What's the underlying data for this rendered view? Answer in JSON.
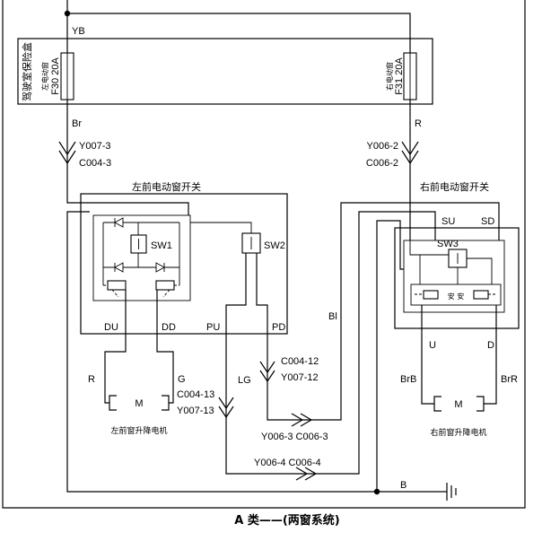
{
  "fuse_box": {
    "title": "驾驶室保险盒",
    "supply_wire": "YB",
    "left_fuse": {
      "circuit": "左电动窗",
      "rating": "F30 20A"
    },
    "right_fuse": {
      "circuit": "右电动窗",
      "rating": "F31 20A"
    }
  },
  "left_switch": {
    "title": "左前电动窗开关",
    "supply_wire": "Br",
    "supply_connector": [
      "Y007-3",
      "C004-3"
    ],
    "switches": [
      "SW1",
      "SW2"
    ],
    "terminals": [
      "DU",
      "DD",
      "PU",
      "PD"
    ]
  },
  "left_motor": {
    "title": "左前窗升降电机",
    "symbol": "M",
    "wires": [
      "R",
      "G"
    ]
  },
  "link_wiring": {
    "pu_wire": "LG",
    "pu_connector": [
      "C004-13",
      "Y007-13"
    ],
    "pd_connector": [
      "C004-12",
      "Y007-12"
    ],
    "pd_to_right_connector": "Y006-3 C006-3",
    "pu_to_right_connector": "Y006-4 C006-4",
    "pd_to_right_wire": "Bl"
  },
  "right_switch": {
    "title": "右前电动窗开关",
    "supply_wire": "R",
    "supply_connector": [
      "Y006-2",
      "C006-2"
    ],
    "switch": "SW3",
    "inputs": [
      "SU",
      "SD"
    ],
    "contact_marks": "安 安",
    "outputs": [
      "U",
      "D"
    ]
  },
  "right_motor": {
    "title": "右前窗升降电机",
    "symbol": "M",
    "wires": [
      "BrB",
      "BrR"
    ]
  },
  "ground": {
    "wire": "B"
  },
  "caption": "A 类——(两窗系统)"
}
